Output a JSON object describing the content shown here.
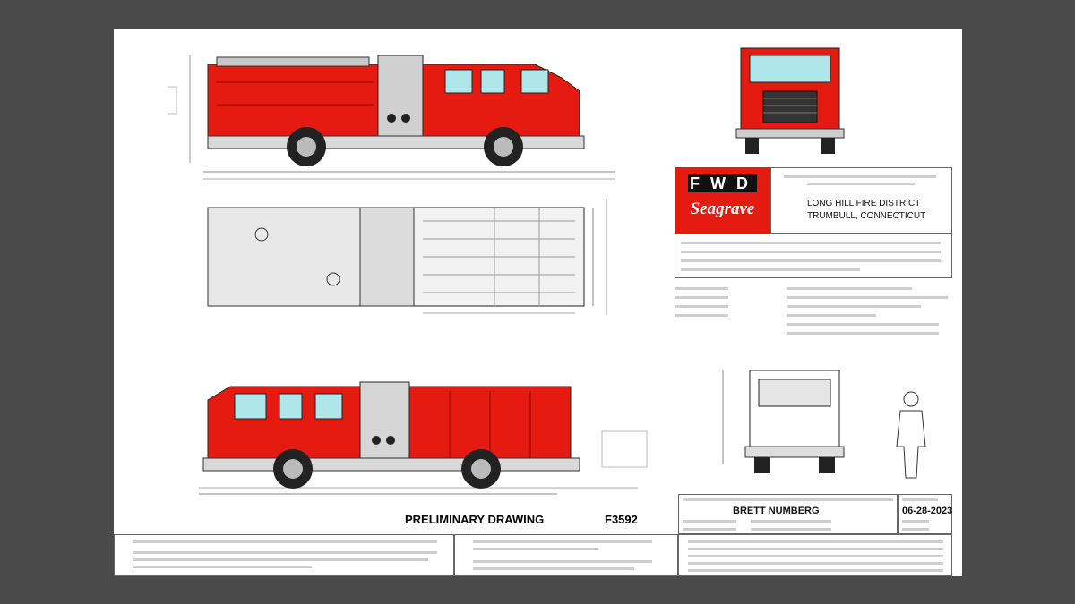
{
  "document": {
    "customer_name": "LONG HILL FIRE DISTRICT",
    "customer_location": "TRUMBULL, CONNECTICUT",
    "preliminary_label": "PRELIMINARY DRAWING",
    "drawing_number": "F3592",
    "rep_name": "BRETT NUMBERG",
    "date": "06-28-2023",
    "logo": {
      "brand": "Seagrave",
      "letters": "FWD"
    },
    "colors": {
      "body_red": "#e51b12",
      "sheet": "#ffffff",
      "background": "#4a4a4a"
    }
  }
}
